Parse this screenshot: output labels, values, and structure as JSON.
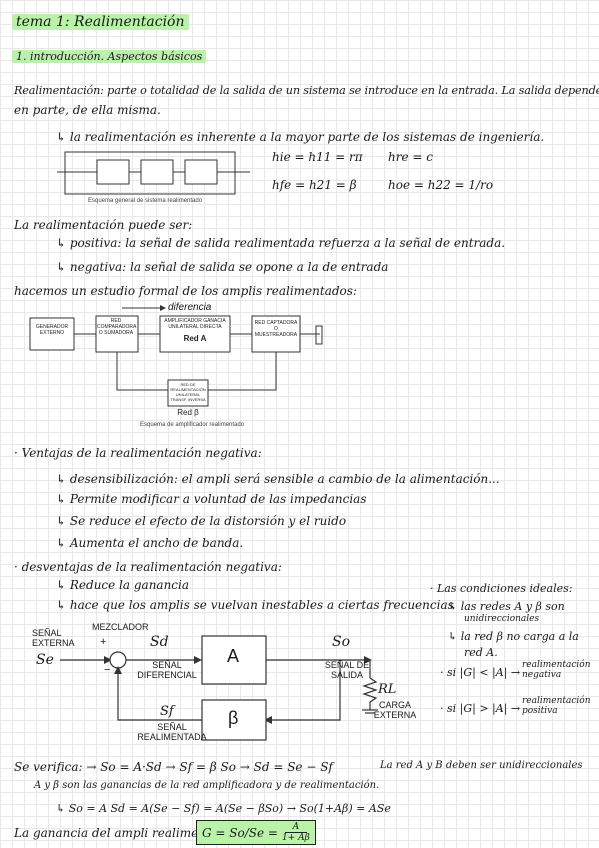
{
  "title": "tema 1: Realimentación",
  "subtitle": "1. introducción. Aspectos básicos",
  "para1_line1": "Realimentación: parte o totalidad de la salida de un sistema se introduce en la entrada. La salida depende,",
  "para1_line2": "en parte, de ella misma.",
  "arrow1": "↳ la realimentación es inherente a la mayor parte de los sistemas de ingeniería.",
  "eq_hie": "hie = h11 = rπ",
  "eq_hre": "hre = c",
  "eq_hfe": "hfe = h21 = β",
  "eq_hoe": "hoe = h22 = 1/ro",
  "diag1_caption": "Esquema general de sistema realimentado",
  "types_intro": "La realimentación puede ser:",
  "type_pos": "↳ positiva: la señal de salida realimentada refuerza a la señal de entrada.",
  "type_neg": "↳ negativa: la señal de salida se opone a la de entrada",
  "study_intro": "hacemos un estudio formal de los amplis realimentados:",
  "diag2": {
    "diferencia": "diferencia",
    "generador": "GENERADOR EXTERNO",
    "red_comp": "RED COMPARADORA O SUMADORA",
    "amp": "AMPLIFICADOR GANACIA UNILATERAL DIRECTA",
    "red_a": "Red A",
    "red_capt": "RED CAPTADORA O MUESTREADORA",
    "red_real": "RED DE REALIMENTACIÓN UNILATERAL TRANSF. INVERSA",
    "red_b": "Red β",
    "caption": "Esquema de amplificador realimentado"
  },
  "ventajas_title": "· Ventajas de la realimentación negativa:",
  "ventajas": [
    "↳ desensibilización: el ampli será sensible a cambio de la alimentación...",
    "↳ Permite modificar a voluntad de las impedancias",
    "↳ Se reduce el efecto de la distorsión y el ruido",
    "↳ Aumenta el ancho de banda."
  ],
  "desventajas_title": "· desventajas de la realimentación negativa:",
  "desventajas": [
    "↳ Reduce la ganancia",
    "↳ hace que los amplis se vuelvan inestables a ciertas frecuencias"
  ],
  "diag3": {
    "senal_externa": "SEÑAL EXTERNA",
    "se": "Se",
    "mezclador": "MEZCLADOR",
    "sd": "Sd",
    "senal_diferencial": "SEÑAL DIFERENCIAL",
    "a": "A",
    "so": "So",
    "senal_salida": "SEÑAL DE SALIDA",
    "rl": "RL",
    "carga": "CARGA EXTERNA",
    "sf": "Sf",
    "b": "β",
    "senal_real": "SEÑAL REALIMENTADA",
    "plus": "+",
    "minus": "−"
  },
  "cond_title": "· Las condiciones ideales:",
  "cond1": "↳ las redes A y β son",
  "cond1b": "unidireccionales",
  "cond2": "↳ la red β no carga a la",
  "cond2b": "red A.",
  "cond3_lhs": "· si |G| < |A| →",
  "cond3_rhs": "realimentación negativa",
  "cond4_lhs": "· si |G| > |A| →",
  "cond4_rhs": "realimentación positiva",
  "verif": "Se verifica: → So = A·Sd   → Sf = β So   → Sd = Se − Sf",
  "verif_right": "La red A y B deben ser unidireccionales",
  "verif2": "A y β son las ganancias de la red amplificadora y de realimentación.",
  "verif3": "↳ So = A Sd = A(Se − Sf) = A(Se − βSo) → So(1+Aβ) = ASe",
  "gain_intro": "La ganancia del ampli realimentado es →",
  "gain_formula_lhs": "G = So/Se =",
  "gain_num": "A",
  "gain_den": "1+ Aβ"
}
